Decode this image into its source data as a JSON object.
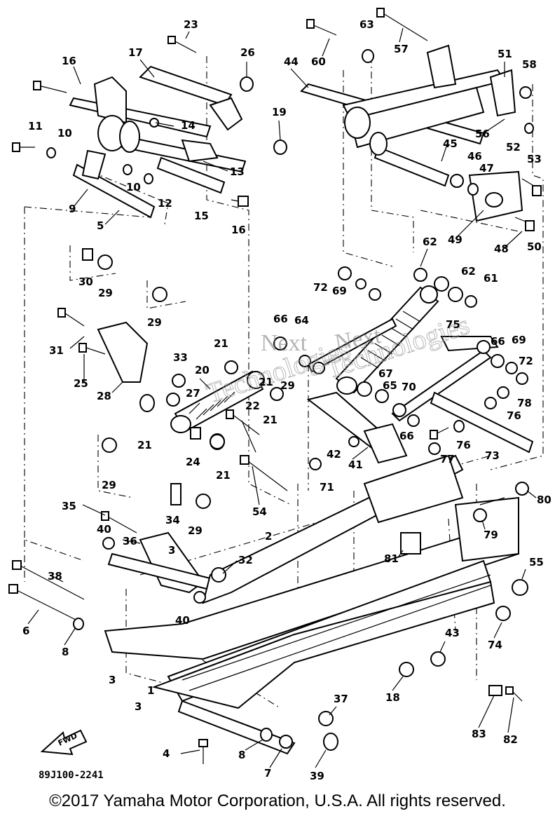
{
  "diagram": {
    "part_numbers": [
      "1",
      "2",
      "3",
      "3",
      "3",
      "4",
      "5",
      "6",
      "7",
      "8",
      "8",
      "9",
      "10",
      "10",
      "11",
      "12",
      "13",
      "14",
      "15",
      "16",
      "16",
      "17",
      "18",
      "19",
      "20",
      "21",
      "21",
      "21",
      "21",
      "21",
      "22",
      "23",
      "24",
      "25",
      "26",
      "27",
      "28",
      "29",
      "29",
      "29",
      "29",
      "29",
      "30",
      "31",
      "32",
      "33",
      "34",
      "35",
      "36",
      "37",
      "38",
      "39",
      "40",
      "40",
      "41",
      "42",
      "43",
      "44",
      "45",
      "46",
      "47",
      "48",
      "49",
      "50",
      "51",
      "52",
      "53",
      "54",
      "55",
      "56",
      "57",
      "58",
      "60",
      "61",
      "62",
      "62",
      "63",
      "64",
      "65",
      "66",
      "66",
      "66",
      "67",
      "69",
      "69",
      "70",
      "71",
      "72",
      "72",
      "73",
      "74",
      "75",
      "76",
      "76",
      "77",
      "78",
      "79",
      "80",
      "81",
      "82",
      "83"
    ],
    "drawing_code": "89J100-2241",
    "fwd_label": "FWD",
    "watermark_1": "Next",
    "watermark_2": "Technologies",
    "watermark_3": "Next",
    "watermark_4": "Technologies",
    "copyright": "©2017 Yamaha Motor Corporation, U.S.A. All rights reserved."
  }
}
